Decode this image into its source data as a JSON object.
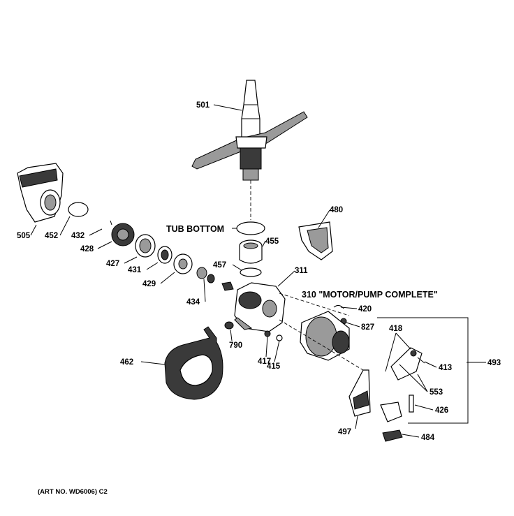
{
  "callouts": {
    "p501": "501",
    "p505": "505",
    "p452": "452",
    "p432": "432",
    "p428": "428",
    "p427": "427",
    "p431": "431",
    "p429": "429",
    "p434": "434",
    "p455": "455",
    "p457": "457",
    "p480": "480",
    "p311": "311",
    "p420": "420",
    "p827": "827",
    "p790": "790",
    "p417": "417",
    "p415": "415",
    "p462": "462",
    "p418": "418",
    "p413": "413",
    "p493": "493",
    "p553": "553",
    "p426": "426",
    "p497": "497",
    "p484": "484"
  },
  "labels": {
    "tub_bottom": "TUB BOTTOM",
    "motor_pump": "310 \"MOTOR/PUMP COMPLETE\""
  },
  "footer": {
    "art_no": "(ART NO. WD6006) C2"
  }
}
